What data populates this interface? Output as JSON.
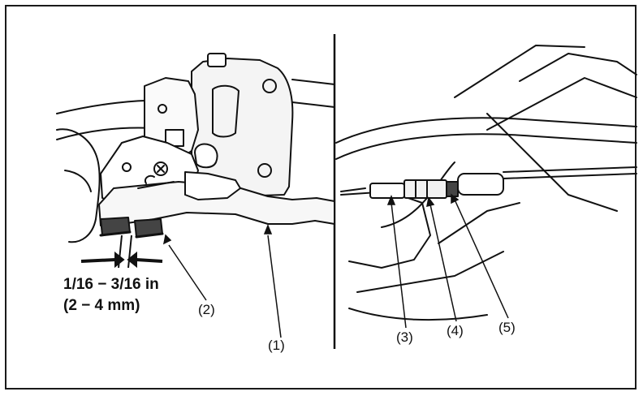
{
  "figure": {
    "measurement": {
      "imperial": "1/16 − 3/16 in",
      "metric": "(2 − 4 mm)"
    },
    "callouts": [
      {
        "id": "1",
        "text": "(1)"
      },
      {
        "id": "2",
        "text": "(2)"
      },
      {
        "id": "3",
        "text": "(3)"
      },
      {
        "id": "4",
        "text": "(4)"
      },
      {
        "id": "5",
        "text": "(5)"
      }
    ],
    "colors": {
      "ink": "#111111",
      "background": "#ffffff"
    }
  }
}
